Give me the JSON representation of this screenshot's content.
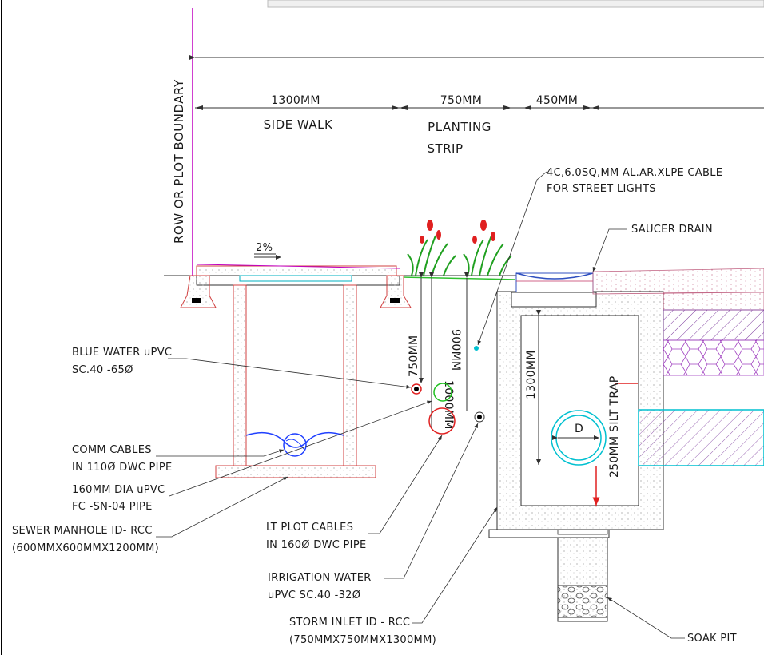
{
  "dimensions": {
    "side_walk": "1300MM",
    "planting_strip": "750MM",
    "kerb": "450MM",
    "depth_750": "750MM",
    "depth_1000": "1000MM",
    "depth_900": "900MM",
    "depth_1300": "1300MM",
    "silt_trap": "250MM SILT TRAP",
    "slope": "2%",
    "pipe_d": "D"
  },
  "labels": {
    "row_boundary": "ROW OR PLOT BOUNDARY",
    "side_walk": "SIDE WALK",
    "planting_line1": "PLANTING",
    "planting_line2": "STRIP",
    "cable_line1": "4C,6.0SQ,MM AL.AR.XLPE CABLE",
    "cable_line2": "FOR STREET LIGHTS",
    "saucer_drain": "SAUCER DRAIN",
    "blue_water_line1": "BLUE WATER uPVC",
    "blue_water_line2": "SC.40 -65Ø",
    "comm_line1": "COMM CABLES",
    "comm_line2": "IN 110Ø DWC PIPE",
    "dia160_line1": "160MM DIA uPVC",
    "dia160_line2": "FC -SN-04 PIPE",
    "sewer_line1": "SEWER MANHOLE ID- RCC",
    "sewer_line2": "(600MMX600MMX1200MM)",
    "lt_line1": "LT PLOT CABLES",
    "lt_line2": "IN 160Ø DWC PIPE",
    "irrigation_line1": "IRRIGATION WATER",
    "irrigation_line2": "uPVC SC.40 -32Ø",
    "storm_line1": "STORM INLET ID - RCC",
    "storm_line2": "(750MMX750MMX1300MM)",
    "soak_pit": "SOAK PIT"
  },
  "colors": {
    "boundary": "#c000c0",
    "concrete": "#d04040",
    "pipe_green": "#20c020",
    "pipe_red": "#e02020",
    "pipe_cyan": "#00c0d0",
    "dim_line": "#303030",
    "hatch_blue": "#3050c0",
    "comm_blue": "#2040ff"
  }
}
